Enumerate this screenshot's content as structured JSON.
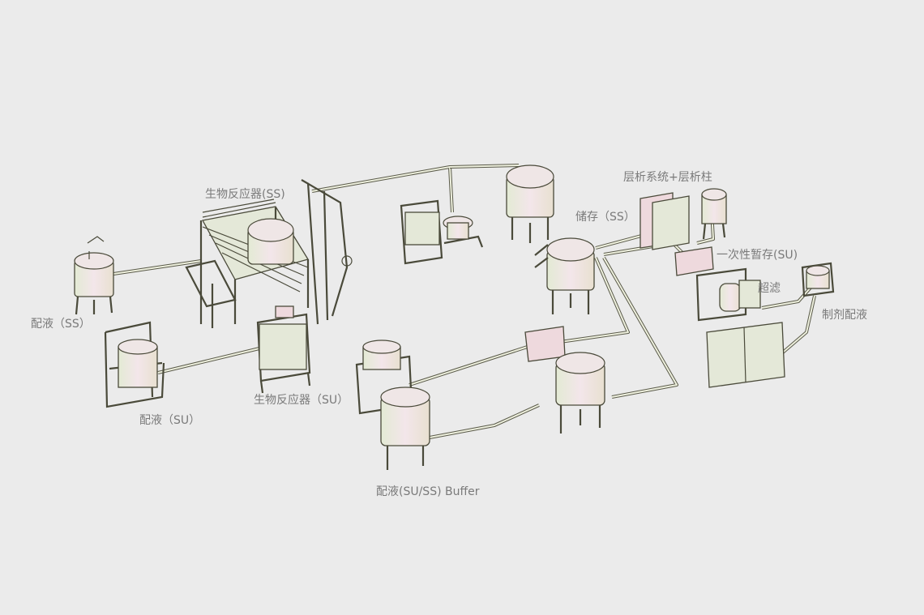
{
  "labels": {
    "bioreactor_ss": "生物反应器(SS)",
    "prep_ss": "配液（SS）",
    "prep_su": "配液（SU）",
    "bioreactor_su": "生物反应器（SU）",
    "buffer_prep": "配液(SU/SS) Buffer",
    "storage_ss": "储存（SS）",
    "chromatography": "层析系统+层析柱",
    "single_use_hold": "一次性暂存(SU)",
    "ultrafiltration": "超滤",
    "formulation": "制剂配液"
  },
  "colors": {
    "background": "#ebebeb",
    "label": "#7a7a7a",
    "line": "#4a4a3a",
    "tank_pink": "#f0dfe3",
    "tank_green": "#e3ead4"
  }
}
